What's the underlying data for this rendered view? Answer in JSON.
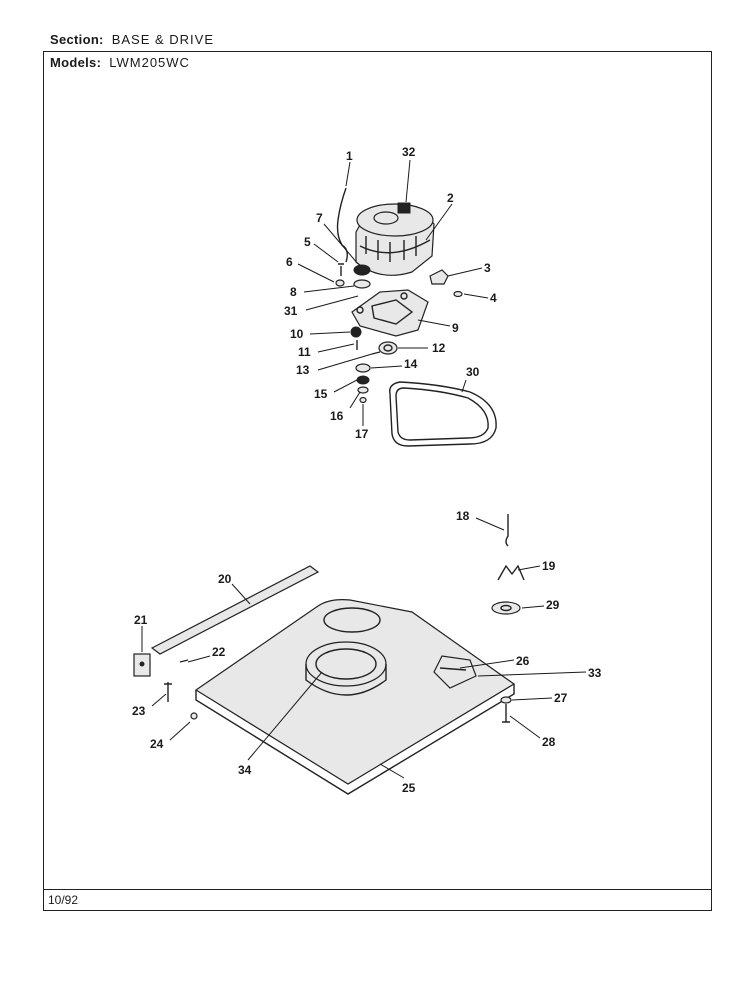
{
  "header": {
    "section_label": "Section:",
    "section_value": "BASE & DRIVE",
    "models_label": "Models:",
    "models_value": "LWM205WC"
  },
  "footer": {
    "date": "10/92"
  },
  "callouts": {
    "c1": "1",
    "c2": "2",
    "c3": "3",
    "c4": "4",
    "c5": "5",
    "c6": "6",
    "c7": "7",
    "c8": "8",
    "c9": "9",
    "c10": "10",
    "c11": "11",
    "c12": "12",
    "c13": "13",
    "c14": "14",
    "c15": "15",
    "c16": "16",
    "c17": "17",
    "c18": "18",
    "c19": "19",
    "c20": "20",
    "c21": "21",
    "c22": "22",
    "c23": "23",
    "c24": "24",
    "c25": "25",
    "c26": "26",
    "c27": "27",
    "c28": "28",
    "c29": "29",
    "c30": "30",
    "c31": "31",
    "c32": "32",
    "c33": "33",
    "c34": "34"
  }
}
